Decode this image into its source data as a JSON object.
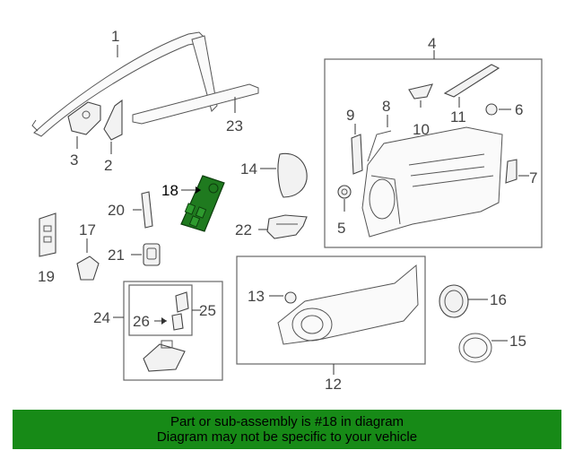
{
  "callouts": {
    "n1": "1",
    "n2": "2",
    "n3": "3",
    "n4": "4",
    "n5": "5",
    "n6": "6",
    "n7": "7",
    "n8": "8",
    "n9": "9",
    "n10": "10",
    "n11": "11",
    "n12": "12",
    "n13": "13",
    "n14": "14",
    "n15": "15",
    "n16": "16",
    "n17": "17",
    "n18": "18",
    "n19": "19",
    "n20": "20",
    "n21": "21",
    "n22": "22",
    "n23": "23",
    "n24": "24",
    "n25": "25",
    "n26": "26"
  },
  "highlight": {
    "part": "18",
    "color": "#1f7a1f"
  },
  "banner": {
    "line1": "Part or sub-assembly is #18 in diagram",
    "line2": "Diagram may not be specific to your vehicle",
    "color": "#178a17"
  }
}
